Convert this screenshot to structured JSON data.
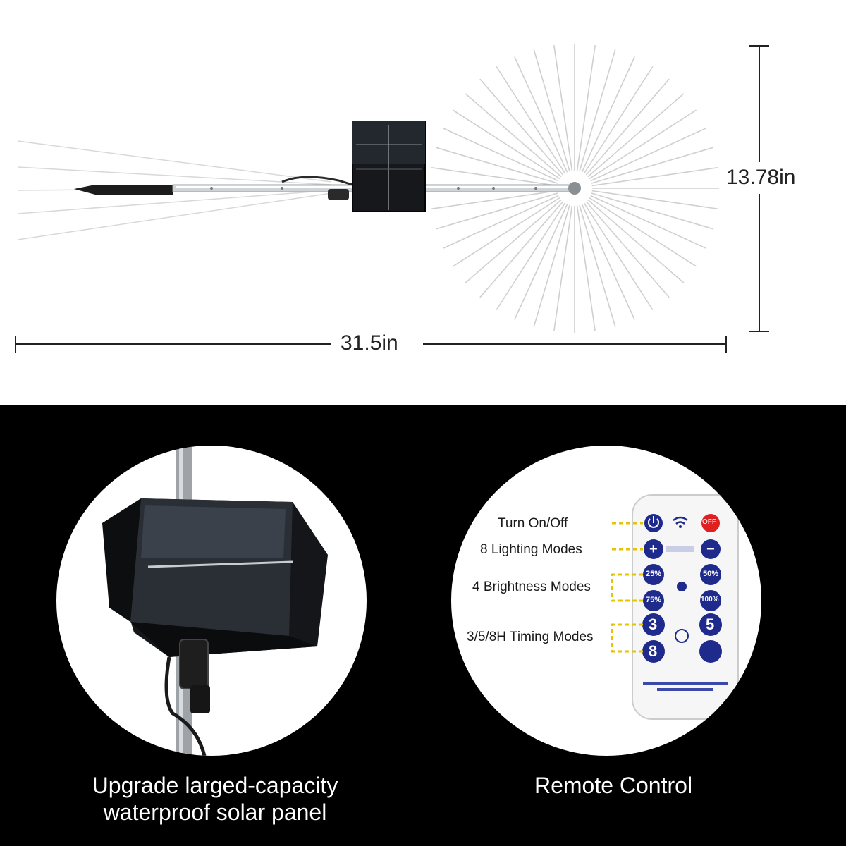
{
  "dimensions": {
    "width_label": "31.5in",
    "height_label": "13.78in"
  },
  "panels": {
    "solar_panel_caption_line1": "Upgrade larged-capacity",
    "solar_panel_caption_line2": "waterproof solar panel",
    "remote_caption": "Remote Control"
  },
  "remote_callouts": {
    "power": "Turn On/Off",
    "lighting": "8 Lighting Modes",
    "brightness": "4 Brightness Modes",
    "timing": "3/5/8H Timing Modes"
  },
  "remote_buttons": {
    "off": "OFF",
    "plus": "+",
    "minus": "−",
    "b25": "25%",
    "b50": "50%",
    "b75": "75%",
    "b100": "100%",
    "t3": "3",
    "t5": "5",
    "t8": "8"
  },
  "colors": {
    "callout_line": "#e8c400",
    "remote_button": "#1e2a8c",
    "off_button": "#e02020"
  }
}
